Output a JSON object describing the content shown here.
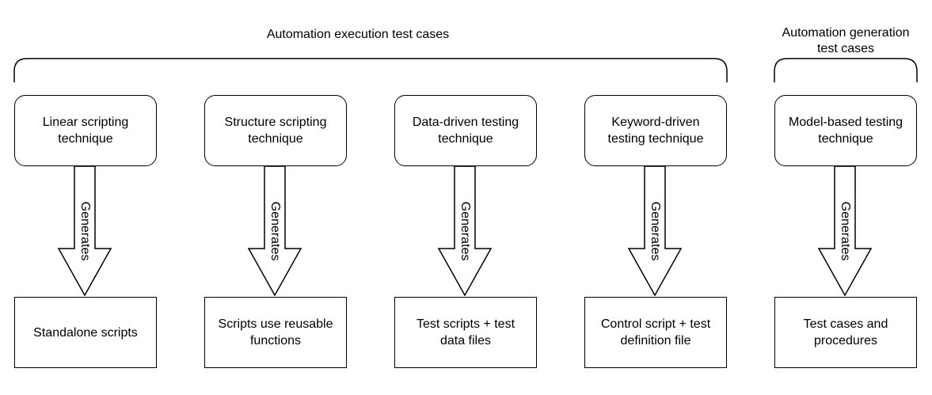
{
  "groups": {
    "execution_label": "Automation execution test cases",
    "generation_label": "Automation generation\ntest cases"
  },
  "techniques": [
    {
      "label": "Linear scripting\ntechnique"
    },
    {
      "label": "Structure scripting\ntechnique"
    },
    {
      "label": "Data-driven testing\ntechnique"
    },
    {
      "label": "Keyword-driven\ntesting technique"
    },
    {
      "label": "Model-based testing\ntechnique"
    }
  ],
  "edge_label": "Generates",
  "outputs": [
    {
      "label": "Standalone scripts"
    },
    {
      "label": "Scripts use reusable\nfunctions"
    },
    {
      "label": "Test scripts + test\ndata files"
    },
    {
      "label": "Control script + test\ndefinition file"
    },
    {
      "label": "Test cases and\nprocedures"
    }
  ]
}
